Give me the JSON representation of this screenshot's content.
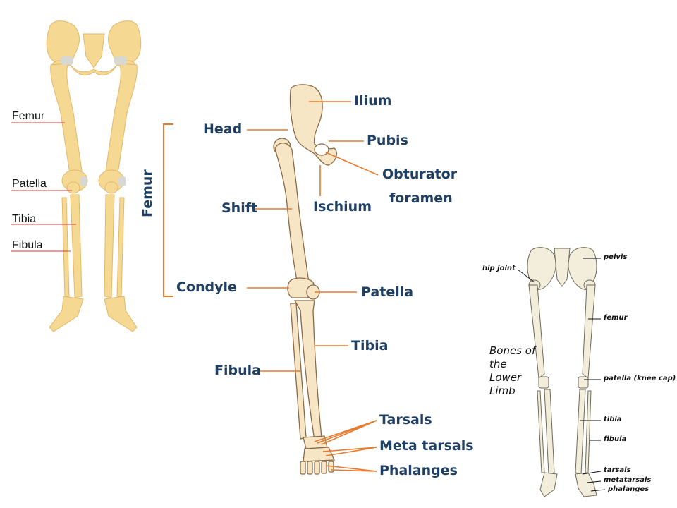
{
  "left_diagram": {
    "labels": {
      "femur": "Femur",
      "patella": "Patella",
      "tibia": "Tibia",
      "fibula": "Fibula"
    },
    "colors": {
      "bone": "#f5d892",
      "bone_edge": "#e0b96a",
      "cartilage": "#d8d8d2",
      "leader": "#e03a3a"
    }
  },
  "middle_diagram": {
    "labels": {
      "ilium": "Ilium",
      "head": "Head",
      "pubis": "Pubis",
      "obturator_foramen_line1": "Obturator",
      "obturator_foramen_line2": "foramen",
      "femur": "Femur",
      "shift": "Shift",
      "ischium": "Ischium",
      "condyle": "Condyle",
      "patella": "Patella",
      "tibia": "Tibia",
      "fibula": "Fibula",
      "tarsals": "Tarsals",
      "meta_tarsals": "Meta tarsals",
      "phalanges": "Phalanges"
    },
    "colors": {
      "bone": "#f6e6c6",
      "bone_edge": "#8a6a45",
      "text": "#1f3f63",
      "leader": "#e67a2e"
    }
  },
  "right_diagram": {
    "title": "Bones of the Lower Limb",
    "labels": {
      "pelvis": "pelvis",
      "hip_joint": "hip joint",
      "femur": "femur",
      "patella": "patella (knee cap)",
      "tibia": "tibia",
      "fibula": "fibula",
      "tarsals": "tarsals",
      "metatarsals": "metatarsals",
      "phalanges": "phalanges"
    },
    "colors": {
      "bone": "#f3eedc",
      "bone_edge": "#6f6a58",
      "leader": "#111111"
    }
  }
}
